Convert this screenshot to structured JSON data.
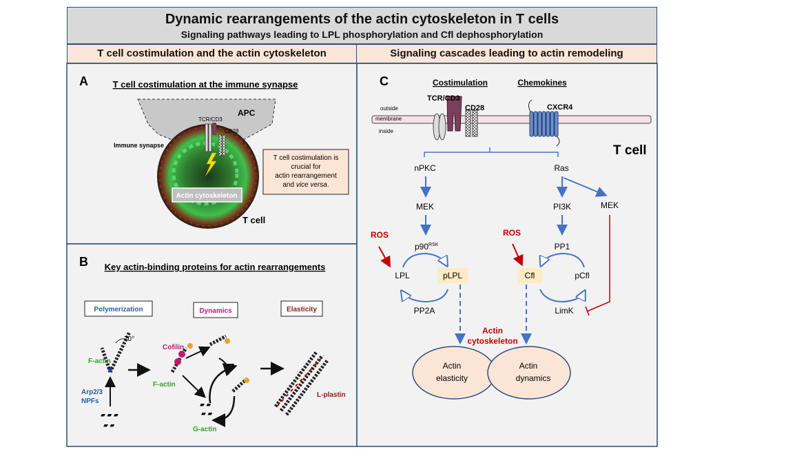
{
  "title": "Dynamic rearrangements of the actin cytoskeleton in T cells",
  "subtitle": "Signaling pathways leading to LPL phosphorylation and Cfl dephosphorylation",
  "left_header": "T cell costimulation and the actin cytoskeleton",
  "right_header": "Signaling cascades leading to actin remodeling",
  "panel_a": {
    "letter": "A",
    "title": "T cell costimulation at the immune synapse",
    "apc": "APC",
    "tcr": "TCR/CD3",
    "cd28": "CD28",
    "synapse": "Immune synapse",
    "actin_box": "Actin cytoskeleton",
    "tcell": "T cell",
    "note_1": "T cell costimulation is",
    "note_2": "crucial for",
    "note_3": "actin rearrangement",
    "note_4a": "and ",
    "note_4b": "vice versa",
    "note_4c": "."
  },
  "panel_b": {
    "letter": "B",
    "title": "Key actin-binding proteins for actin rearrangements",
    "box_poly": "Polymerization",
    "box_dyn": "Dynamics",
    "box_elast": "Elasticity",
    "angle": "70°",
    "factin_1": "F-actin",
    "arp_1": "Arp2/3",
    "arp_2": "NPFs",
    "cofilin": "Cofilin",
    "factin_2": "F-actin",
    "gactin": "G-actin",
    "lplastin": "L-plastin"
  },
  "panel_c": {
    "letter": "C",
    "costim": "Costimulation",
    "chemokines": "Chemokines",
    "tcr": "TCR/CD3",
    "cd28": "CD28",
    "cxcr4": "CXCR4",
    "outside": "outside",
    "membrane": "membrane",
    "inside": "inside",
    "tcell": "T cell",
    "npkc": "nPKC",
    "ras": "Ras",
    "mek_left": "MEK",
    "pi3k": "PI3K",
    "mek_right": "MEK",
    "ros_left": "ROS",
    "ros_right": "ROS",
    "p90": "p90",
    "p90_sup": "RSK",
    "pp1": "PP1",
    "lpl": "LPL",
    "plpl": "pLPL",
    "cfl": "Cfl",
    "pcfl": "pCfl",
    "pp2a": "PP2A",
    "limk": "LimK",
    "actin_cyto_1": "Actin",
    "actin_cyto_2": "cytoskeleton",
    "elast_1": "Actin",
    "elast_2": "elasticity",
    "dyn_1": "Actin",
    "dyn_2": "dynamics"
  },
  "colors": {
    "border": "#2e4a7d",
    "title_bg": "#d9d9d9",
    "header_bg": "#fbe5d6",
    "arrow_blue": "#4472c4",
    "ros_red": "#c00000",
    "receptor": "#7b3f5e"
  }
}
